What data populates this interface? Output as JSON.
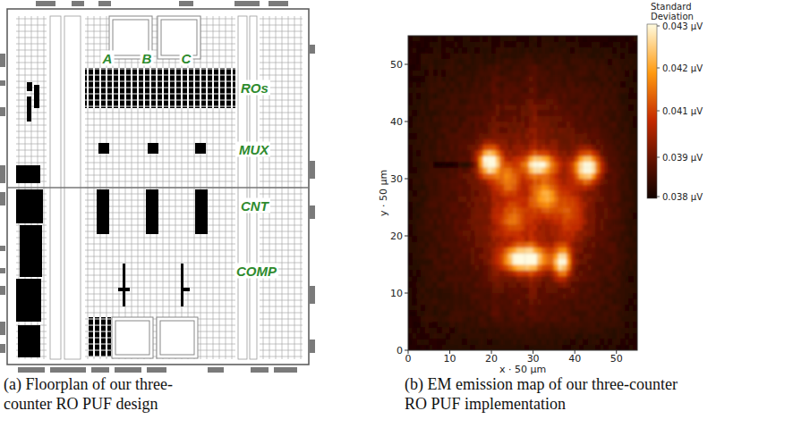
{
  "diagram": {
    "labels": [
      "A",
      "B",
      "C",
      "ROs",
      "MUX",
      "CNT",
      "COMP",
      "(a) Floorplan of our three-counter RO PUF design",
      "y · 50 µm",
      "0",
      "10",
      "20",
      "30",
      "40",
      "50",
      "0",
      "10",
      "20",
      "30",
      "40",
      "50",
      "x · 50 µm",
      "Standard Deviation",
      "0.043 µV",
      "0.042 µV",
      "0.041 µV",
      "0.039 µV",
      "0.038 µV",
      "(b) EM emission map of our three-counter RO PUF implementation"
    ]
  }
}
